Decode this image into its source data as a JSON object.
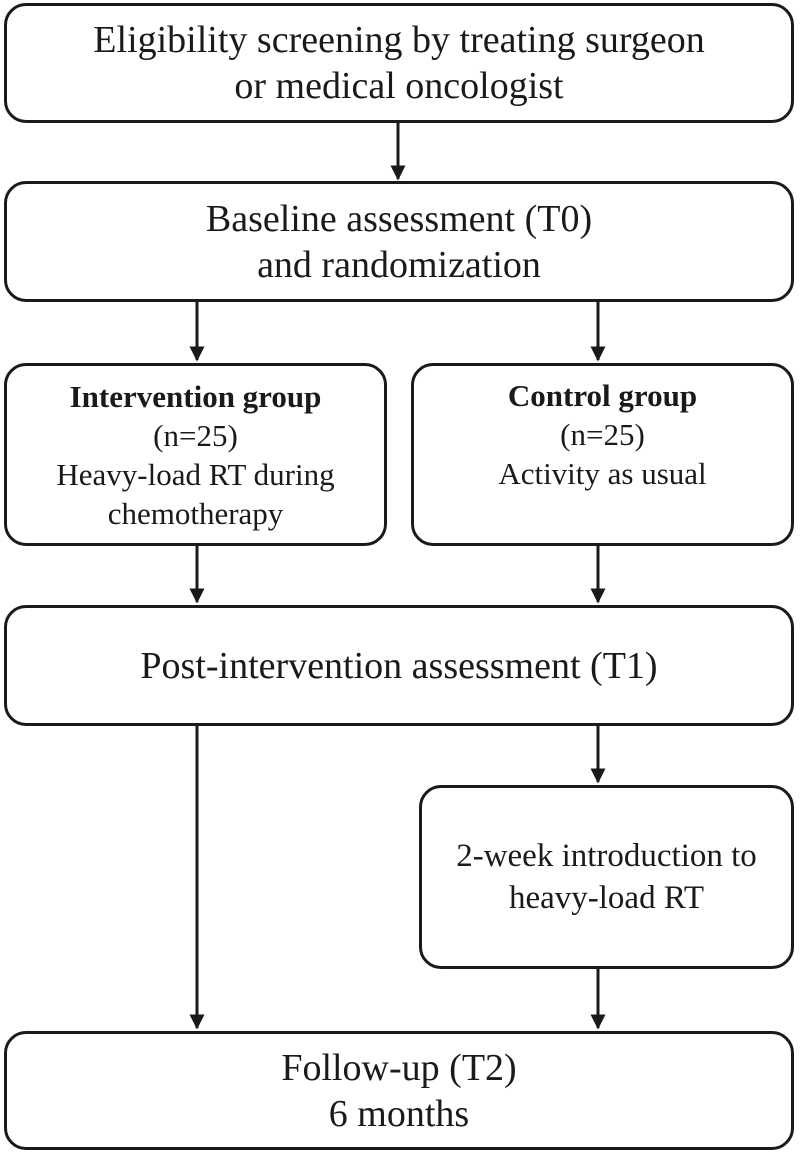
{
  "screening": {
    "line1": "Eligibility screening by treating surgeon",
    "line2": "or medical oncologist"
  },
  "baseline": {
    "line1": "Baseline assessment (T0)",
    "line2": "and randomization"
  },
  "intervention": {
    "title": "Intervention group",
    "n": "(n=25)",
    "line1": "Heavy-load RT during",
    "line2": "chemotherapy"
  },
  "control": {
    "title": "Control group",
    "n": "(n=25)",
    "line1": "Activity as usual"
  },
  "post": {
    "label": "Post-intervention assessment (T1)"
  },
  "introduction": {
    "line1": "2-week introduction to",
    "line2": "heavy-load RT"
  },
  "followup": {
    "line1": "Follow-up (T2)",
    "line2": "6 months"
  }
}
